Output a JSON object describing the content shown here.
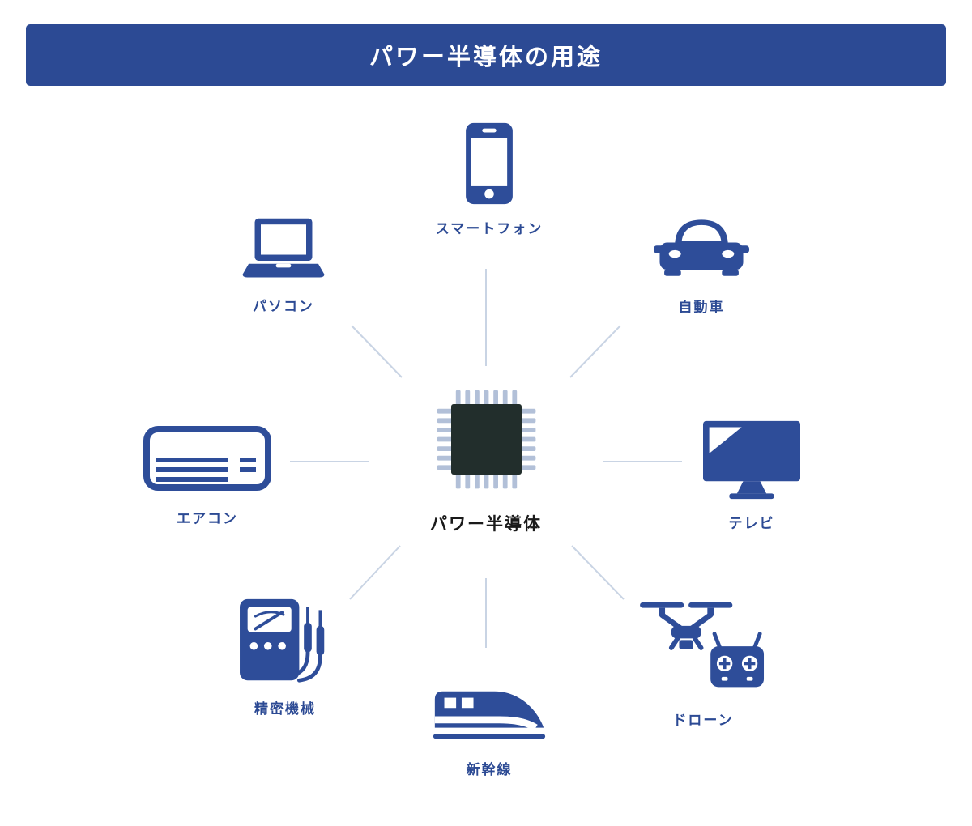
{
  "header": {
    "title": "パワー半導体の用途"
  },
  "center": {
    "label": "パワー半導体",
    "icon": "power-semiconductor-chip-icon"
  },
  "nodes": [
    {
      "id": "smartphone",
      "label": "スマートフォン",
      "icon": "smartphone-icon"
    },
    {
      "id": "pc",
      "label": "パソコン",
      "icon": "laptop-icon"
    },
    {
      "id": "car",
      "label": "自動車",
      "icon": "car-icon"
    },
    {
      "id": "aircon",
      "label": "エアコン",
      "icon": "air-conditioner-icon"
    },
    {
      "id": "tv",
      "label": "テレビ",
      "icon": "tv-icon"
    },
    {
      "id": "precision",
      "label": "精密機械",
      "icon": "multimeter-icon"
    },
    {
      "id": "drone",
      "label": "ドローン",
      "icon": "drone-icon"
    },
    {
      "id": "train",
      "label": "新幹線",
      "icon": "shinkansen-icon"
    }
  ],
  "colors": {
    "header_bg": "#2c4a94",
    "icon_blue": "#2e4d99",
    "label_color": "#2c4a94",
    "center_label_color": "#1a1a1a",
    "line_color": "#c9d4e4",
    "chip_body": "#222e2c",
    "chip_pin": "#b2c0d8",
    "page_bg": "#ffffff"
  }
}
